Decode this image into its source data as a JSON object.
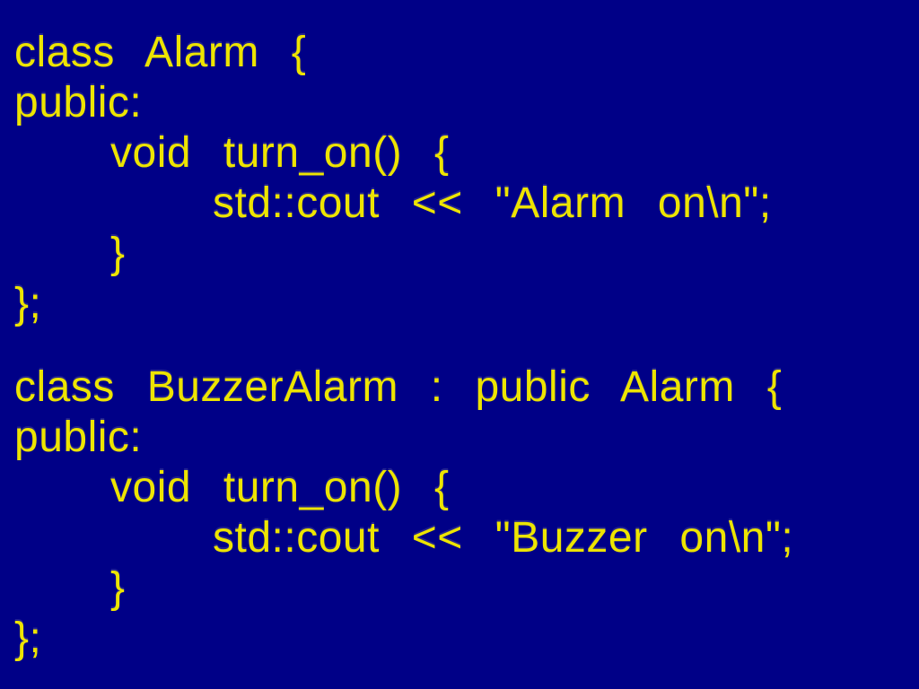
{
  "slide": {
    "colors": {
      "background": "#000087",
      "code_text": "#EDE400"
    },
    "code_blocks": [
      {
        "name": "alarm-class",
        "lines": [
          {
            "indent": 0,
            "text": "class Alarm {"
          },
          {
            "indent": 0,
            "text": "public:"
          },
          {
            "indent": 1,
            "text": "void turn_on() {"
          },
          {
            "indent": 2,
            "text": "std::cout << \"Alarm on\\n\";"
          },
          {
            "indent": 1,
            "text": "}"
          },
          {
            "indent": 0,
            "text": "};"
          }
        ]
      },
      {
        "name": "buzzer-alarm-class",
        "lines": [
          {
            "indent": 0,
            "text": "class BuzzerAlarm : public Alarm {"
          },
          {
            "indent": 0,
            "text": "public:"
          },
          {
            "indent": 1,
            "text": "void turn_on() {"
          },
          {
            "indent": 2,
            "text": "std::cout << \"Buzzer on\\n\";"
          },
          {
            "indent": 1,
            "text": "}"
          },
          {
            "indent": 0,
            "text": "};"
          }
        ]
      }
    ]
  }
}
